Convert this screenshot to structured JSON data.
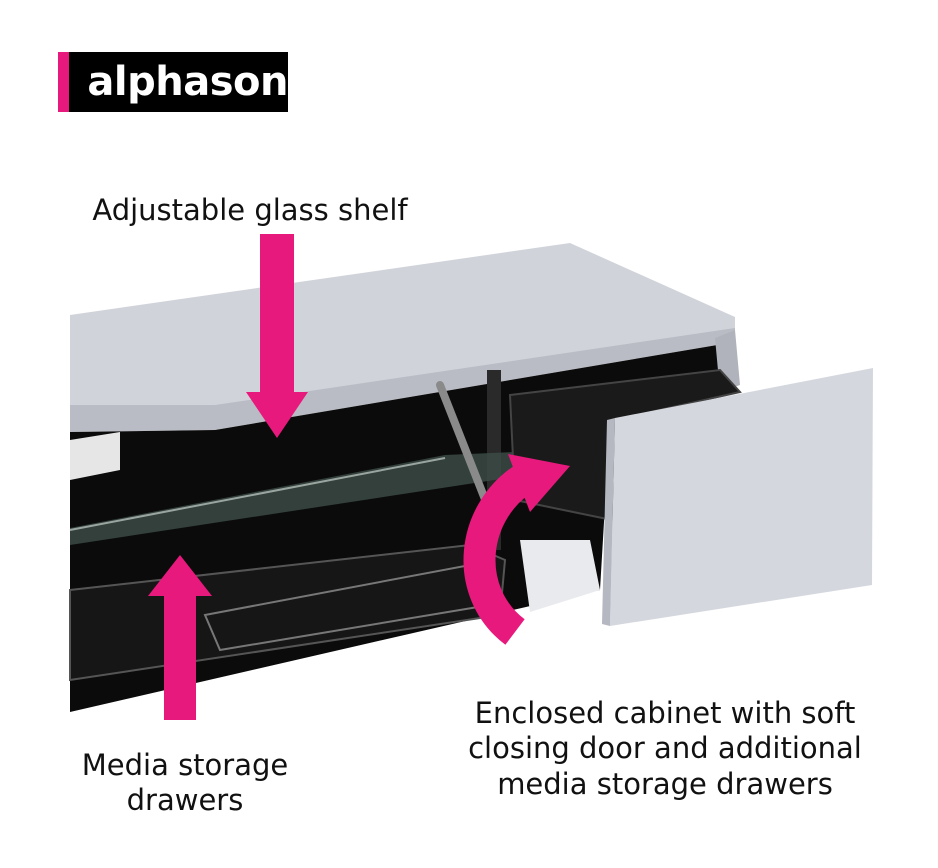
{
  "brand": {
    "name": "alphason"
  },
  "captions": {
    "shelf": "Adjustable glass shelf",
    "media": "Media storage drawers",
    "cabinet": "Enclosed cabinet with soft closing door and additional media storage drawers"
  },
  "colors": {
    "accent": "#e8197d",
    "logo_bg": "#000000",
    "cabinet_finish": "#c9ccd4",
    "interior": "#0b0b0b"
  },
  "icons": {
    "shelf_arrow": "arrow-down-icon",
    "media_arrow": "arrow-up-icon",
    "door_arrow": "curved-arrow-icon"
  }
}
